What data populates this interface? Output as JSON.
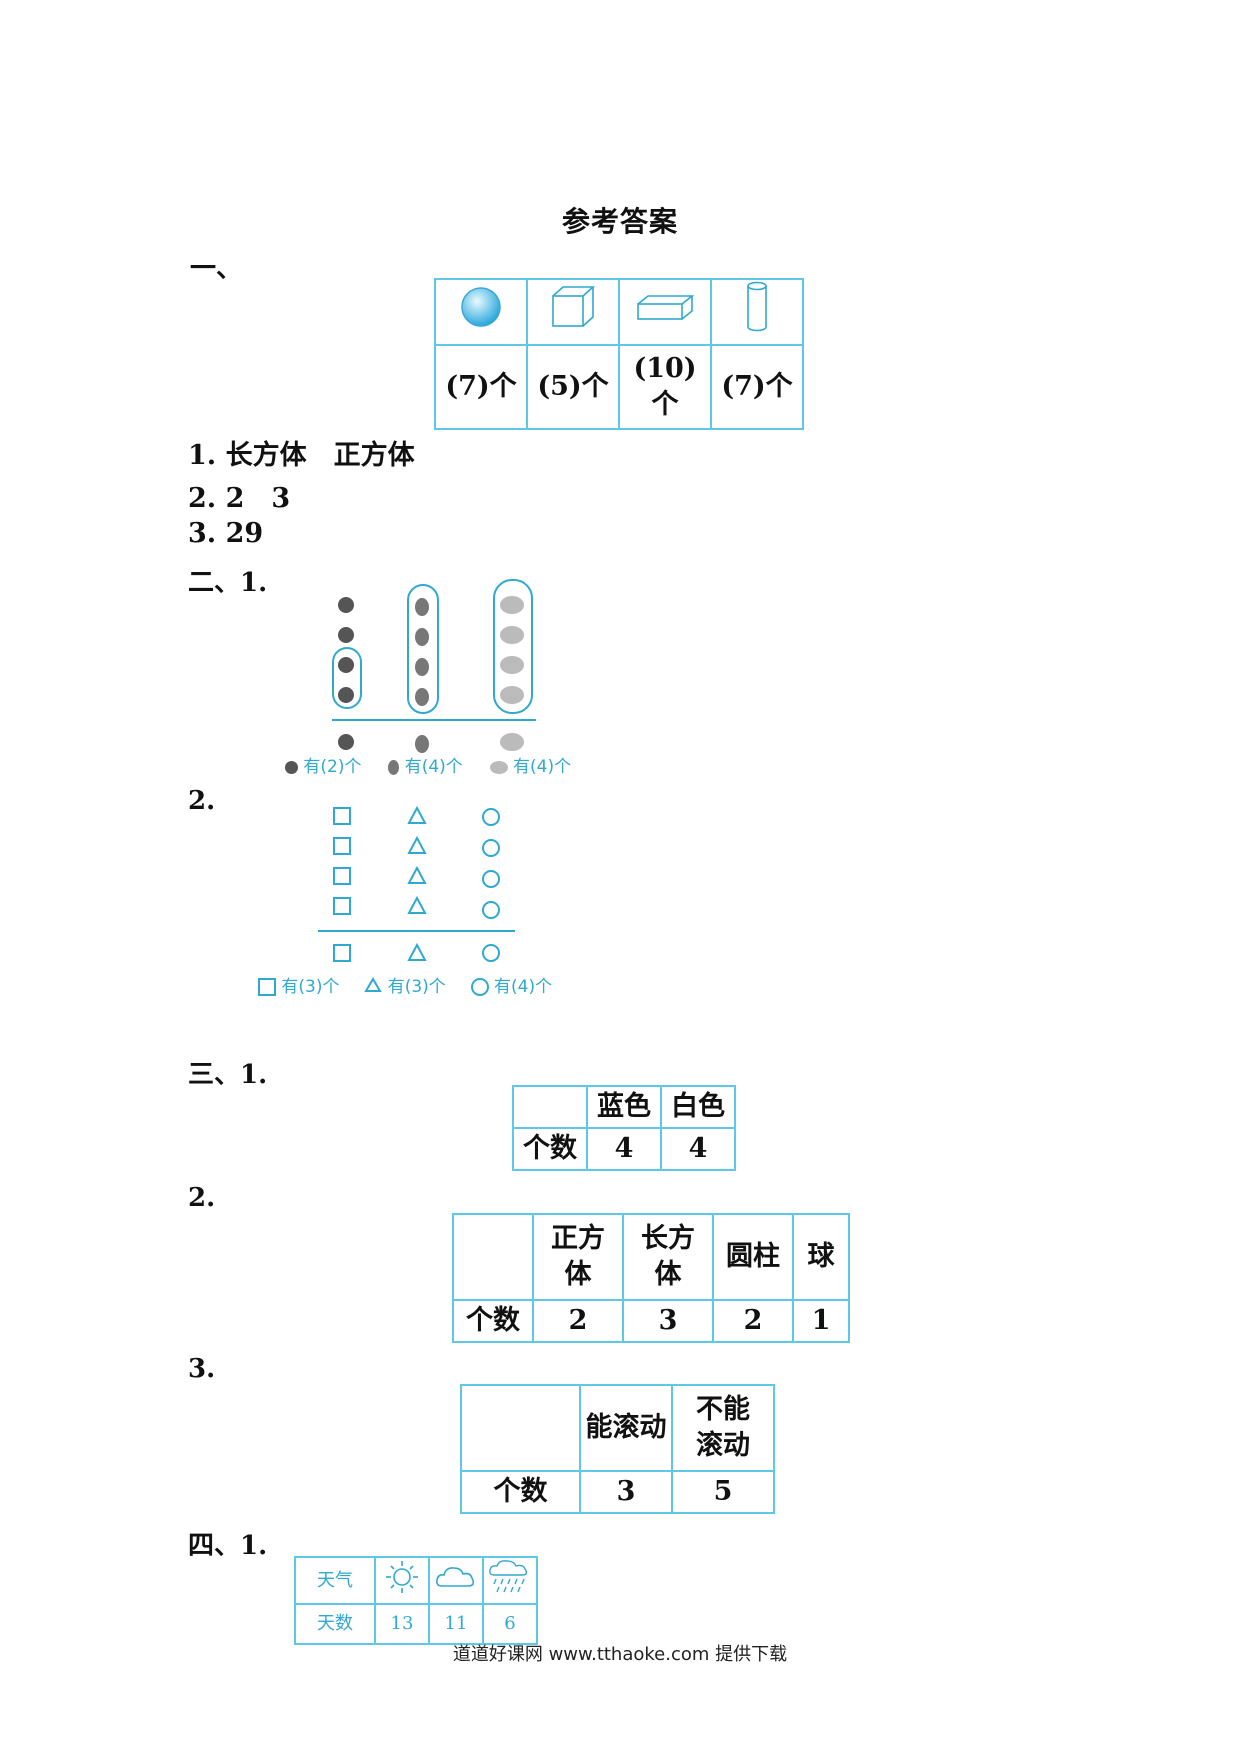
{
  "title": "参考答案",
  "s1": {
    "label": "一、",
    "counts": [
      "(7)个",
      "(5)个",
      "(10)个",
      "(7)个"
    ],
    "shape_icons": [
      "sphere-icon",
      "cube-icon",
      "cuboid-icon",
      "cylinder-icon"
    ],
    "lines": [
      "1. 长方体　正方体",
      "2. 2　3",
      "3. 29"
    ]
  },
  "s2": {
    "label1": "二、1.",
    "fruit_legend": [
      "有(2)个",
      "有(4)个",
      "有(4)个"
    ],
    "fruit_icons": [
      "apple-icon",
      "pear-icon",
      "grape-icon"
    ],
    "label2": "2.",
    "shape_legend": [
      "有(3)个",
      "有(3)个",
      "有(4)个"
    ],
    "shape_icons": [
      "square-icon",
      "triangle-icon",
      "circle-icon"
    ]
  },
  "s3": {
    "label1": "三、1.",
    "t1": {
      "headers": [
        "",
        "蓝色",
        "白色"
      ],
      "row_label": "个数",
      "values": [
        "4",
        "4"
      ]
    },
    "label2": "2.",
    "t2": {
      "headers": [
        "",
        "正方体",
        "长方体",
        "圆柱",
        "球"
      ],
      "row_label": "个数",
      "values": [
        "2",
        "3",
        "2",
        "1"
      ]
    },
    "label3": "3.",
    "t3": {
      "headers": [
        "",
        "能滚动",
        "不能滚动"
      ],
      "row_label": "个数",
      "values": [
        "3",
        "5"
      ]
    }
  },
  "s4": {
    "label1": "四、1.",
    "weather": {
      "row1_label": "天气",
      "row2_label": "天数",
      "icons": [
        "sun-icon",
        "cloud-icon",
        "rain-icon"
      ],
      "values": [
        "13",
        "11",
        "6"
      ]
    }
  },
  "footer": "道道好课网  www.tthaoke.com  提供下载",
  "colors": {
    "accent": "#2fa9cf",
    "border": "#5ec8e6"
  }
}
